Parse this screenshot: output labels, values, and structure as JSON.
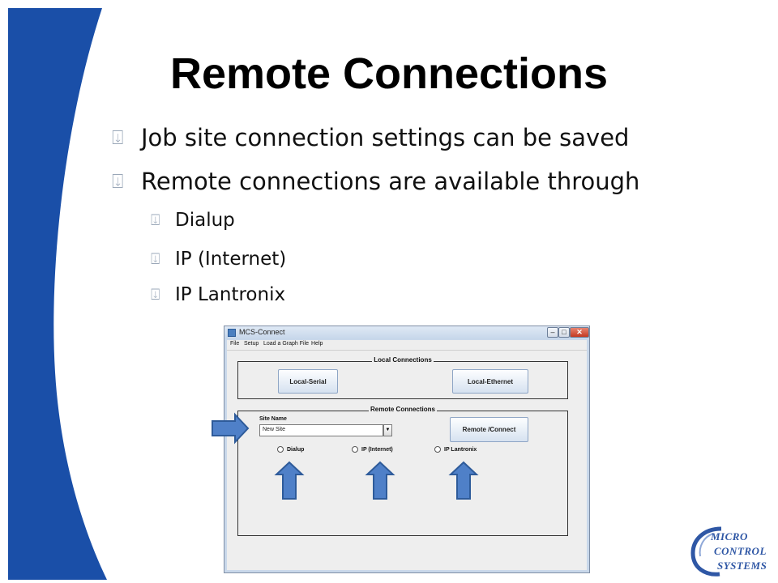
{
  "slide": {
    "title": "Remote Connections",
    "bullets": [
      {
        "text": "Job site connection settings can be saved"
      },
      {
        "text": "Remote connections are available through"
      }
    ],
    "sub_bullets": [
      {
        "text": "Dialup"
      },
      {
        "text": "IP (Internet)"
      },
      {
        "text": "IP Lantronix"
      }
    ],
    "bullet_glyph": "⍗",
    "colors": {
      "accent_blue": "#1a4fa8",
      "arrow_blue": "#4f80c8",
      "logo_blue": "#2f57a5"
    }
  },
  "window": {
    "title": "MCS-Connect",
    "controls": {
      "minimize": "–",
      "maximize": "□",
      "close": "✕"
    },
    "menu": [
      "File",
      "Setup",
      "Load a Graph File",
      "Help"
    ],
    "local_group": {
      "label": "Local Connections",
      "buttons": [
        "Local-Serial",
        "Local-Ethernet"
      ]
    },
    "remote_group": {
      "label": "Remote Connections",
      "site_name_label": "Site Name",
      "site_name_value": "New Site",
      "dropdown_arrow": "▼",
      "connect_button": "Remote /Connect",
      "radios": [
        "Dialup",
        "IP (Internet)",
        "IP Lantronix"
      ]
    }
  },
  "logo": {
    "lines": [
      "MICRO",
      "CONTROL",
      "SYSTEMS"
    ]
  }
}
